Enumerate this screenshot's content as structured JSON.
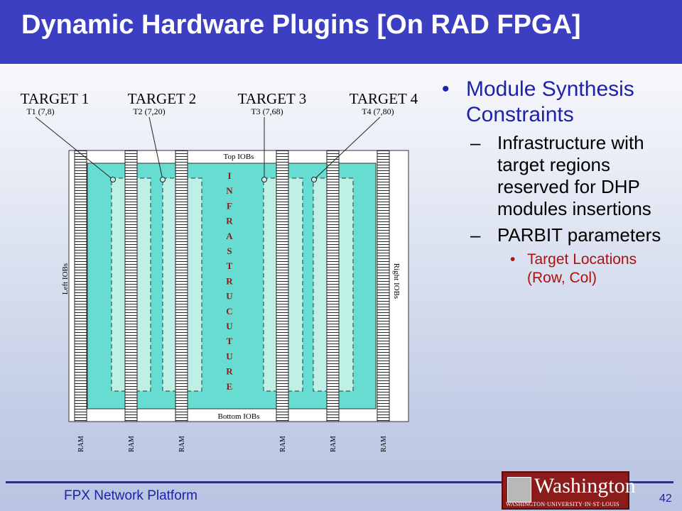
{
  "title": "Dynamic Hardware Plugins [On RAD FPGA]",
  "diagram": {
    "targets": [
      {
        "label": "TARGET 1",
        "coord": "T1 (7,8)"
      },
      {
        "label": "TARGET 2",
        "coord": "T2 (7,20)"
      },
      {
        "label": "TARGET 3",
        "coord": "T3 (7,68)"
      },
      {
        "label": "TARGET 4",
        "coord": "T4 (7,80)"
      }
    ],
    "top_iobs": "Top IOBs",
    "bottom_iobs": "Bottom IOBs",
    "left_iobs": "Left IOBs",
    "right_iobs": "Right IOBs",
    "infrastructure_letters": [
      "I",
      "N",
      "F",
      "R",
      "A",
      "S",
      "T",
      "R",
      "U",
      "C",
      "U",
      "T",
      "U",
      "R",
      "E"
    ],
    "ram_label": "RAM",
    "colors": {
      "fabric": "#66ddd0",
      "module": "#bff0e6",
      "accent_letters": "#8a1a1a"
    }
  },
  "bullets": {
    "main": "Module Synthesis Constraints",
    "sub1": "Infrastructure with target regions reserved for DHP modules insertions",
    "sub2": "PARBIT parameters",
    "sub3": "Target Locations (Row, Col)"
  },
  "footer": {
    "text": "FPX Network Platform",
    "page": "42",
    "logo_text": "Washington",
    "logo_sub": "WASHINGTON·UNIVERSITY·IN·ST·LOUIS"
  }
}
